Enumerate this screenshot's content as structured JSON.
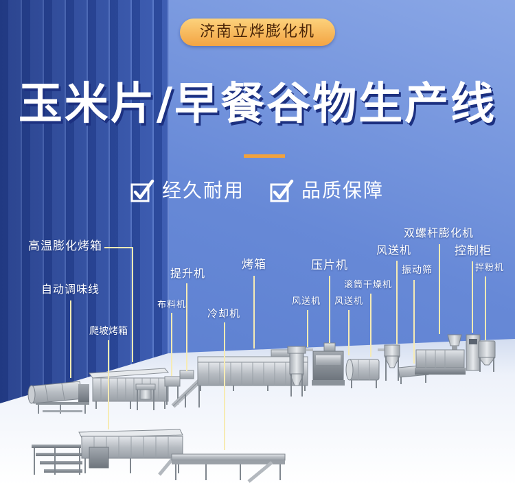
{
  "badge": {
    "text": "济南立烨膨化机"
  },
  "title": {
    "text": "玉米片/早餐谷物生产线"
  },
  "features": [
    {
      "label": "经久耐用",
      "icon": "check-box-icon"
    },
    {
      "label": "品质保障",
      "icon": "check-box-icon"
    }
  ],
  "machine_labels": {
    "high_temp_puffing_oven": "高温膨化烤箱",
    "auto_seasoning_line": "自动调味线",
    "slope_oven": "爬坡烤箱",
    "spreader": "布料机",
    "elevator": "提升机",
    "cooler": "冷却机",
    "oven": "烤箱",
    "air_conveyor_left": "风送机",
    "flaking_machine": "压片机",
    "drum_dryer": "滚筒干燥机",
    "air_conveyor_middle": "风送机",
    "air_conveyor_top": "风送机",
    "vibrating_screen": "振动筛",
    "twin_screw_extruder": "双螺杆膨化机",
    "control_cabinet": "控制柜",
    "powder_mixer": "拌粉机"
  },
  "colors": {
    "badge_start": "#fcd27c",
    "badge_end": "#f3a443",
    "badge_text": "#4a2507",
    "accent_bar": "#f2a23c",
    "leader_line": "#f6ebb4",
    "title_shadow": "#1c3080"
  }
}
